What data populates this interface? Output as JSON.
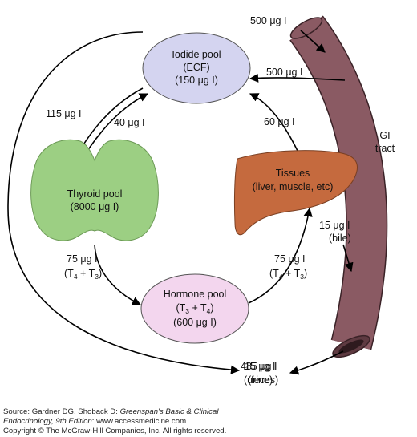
{
  "pools": {
    "iodide": {
      "line1": "Iodide pool",
      "line2": "(ECF)",
      "line3": "(150 μg I)"
    },
    "thyroid": {
      "line1": "Thyroid pool",
      "line2": "(8000 μg I)"
    },
    "tissues": {
      "line1": "Tissues",
      "line2": "(liver, muscle, etc)"
    },
    "hormone": {
      "line1": "Hormone pool",
      "line2_pre": "(T",
      "line2_sub1": "3",
      "line2_mid": " + T",
      "line2_sub2": "4",
      "line2_post": ")",
      "line3": "(600 μg I)"
    },
    "gi": {
      "line1": "GI",
      "line2": "tract"
    }
  },
  "flows": {
    "gi_intake": "500 μg I",
    "gi_to_iodide": "500 μg I",
    "iodide_to_thyroid": "115 μg I",
    "thyroid_to_iodide": "40 μg I",
    "tissues_to_iodide": "60 μg I",
    "bile_amount": "15 μg I",
    "bile_label": "(bile)",
    "thyroid_to_hormone": "75 μg I",
    "thyroid_to_hormone_pre": "(T",
    "thyroid_to_hormone_sub1": "4",
    "thyroid_to_hormone_mid": " + T",
    "thyroid_to_hormone_sub2": "3",
    "thyroid_to_hormone_post": ")",
    "hormone_to_tissues": "75 μg I",
    "hormone_to_tissues_pre": "(T",
    "hormone_to_tissues_sub1": "4",
    "hormone_to_tissues_mid": " + T",
    "hormone_to_tissues_sub2": "3",
    "hormone_to_tissues_post": ")",
    "urine_amount": "485 μg I",
    "urine_label": "(urine)",
    "feces_amount": "15 μg I",
    "feces_label": "(feces)"
  },
  "footer": {
    "line1_prefix": "Source: Gardner DG, Shoback D: ",
    "line1_title": "Greenspan's Basic & Clinical",
    "line2_title": "Endocrinology, 9th Edition",
    "line2_suffix": ": www.accessmedicine.com",
    "line3": "Copyright © The McGraw-Hill Companies, Inc. All rights reserved."
  },
  "colors": {
    "iodide_fill": "#d4d4f0",
    "thyroid_fill": "#9ccf83",
    "tissues_fill": "#c56a3e",
    "hormone_fill": "#f3d6ee",
    "gi_fill": "#8a5a63",
    "gi_lumen": "#5e3a41"
  }
}
